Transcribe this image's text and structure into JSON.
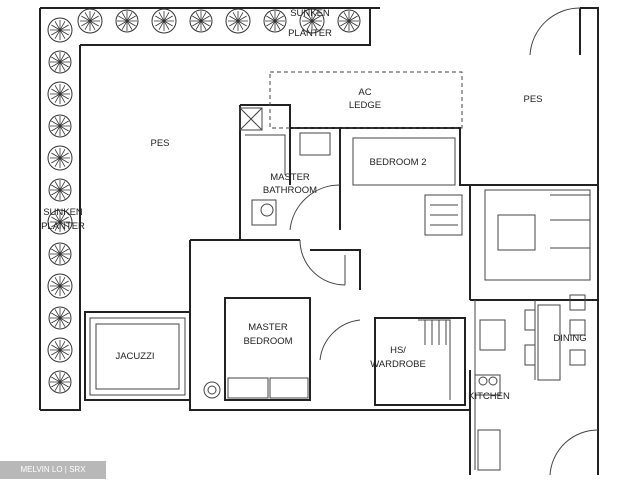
{
  "rooms": {
    "sunken_planter_top": [
      "SUNKEN",
      "PLANTER"
    ],
    "sunken_planter_left": [
      "SUNKEN",
      "PLANTER"
    ],
    "pes_left": "PES",
    "pes_right": "PES",
    "ac_ledge": [
      "AC",
      "LEDGE"
    ],
    "master_bathroom": [
      "MASTER",
      "BATHROOM"
    ],
    "bedroom_2": "BEDROOM 2",
    "master_bedroom": [
      "MASTER",
      "BEDROOM"
    ],
    "jacuzzi": "JACUZZI",
    "hs_wardrobe": [
      "HS/",
      "WARDROBE"
    ],
    "dining": "DINING",
    "kitchen": "KITCHEN"
  },
  "watermark": "MELVIN LO | SRX PROPERTY"
}
